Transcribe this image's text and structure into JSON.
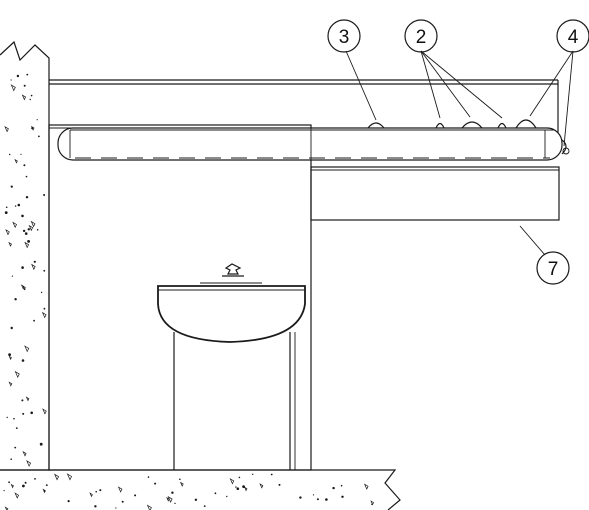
{
  "callouts": [
    {
      "id": "callout-3",
      "label": "3"
    },
    {
      "id": "callout-2",
      "label": "2"
    },
    {
      "id": "callout-4",
      "label": "4"
    },
    {
      "id": "callout-7",
      "label": "7"
    }
  ],
  "colors": {
    "line": "#1a1a1a",
    "background": "#ffffff"
  }
}
